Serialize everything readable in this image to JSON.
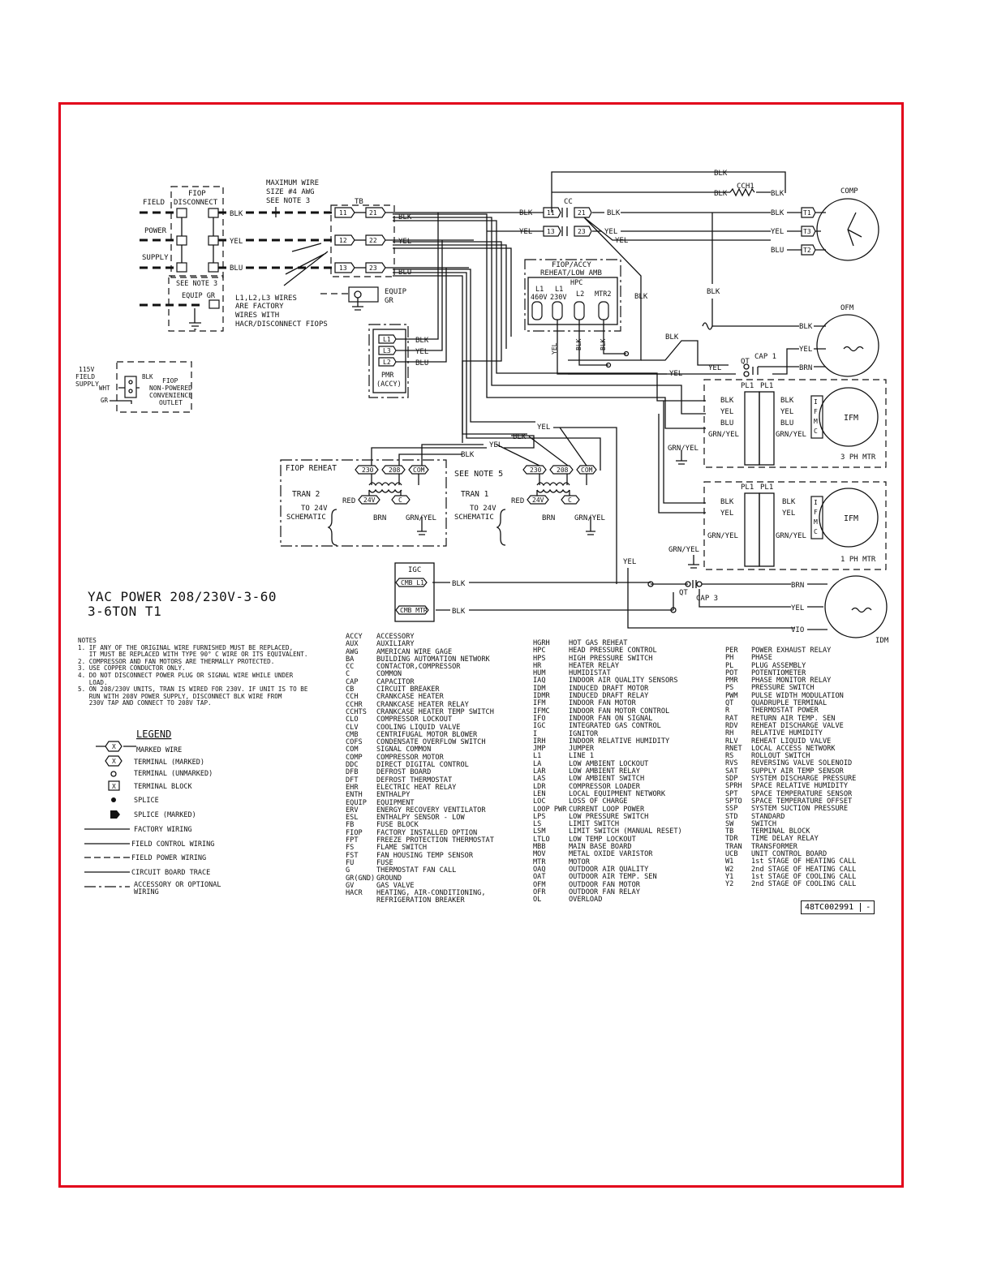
{
  "colors": {
    "frame": "#e2001a",
    "ink": "#111111"
  },
  "title": {
    "line1": "YAC POWER 208/230V-3-60",
    "line2": "3-6TON T1"
  },
  "doc_number": {
    "code": "48TC002991",
    "rev": "-"
  },
  "diagram": {
    "field_power": {
      "label_field": "FIELD",
      "label_power": "POWER",
      "label_supply": "SUPPLY",
      "disconnect_1": "FIOP",
      "disconnect_2": "DISCONNECT",
      "see_note": "SEE NOTE 3",
      "equip_gr": "EQUIP GR"
    },
    "max_wire": {
      "l1": "MAXIMUM WIRE",
      "l2": "SIZE #4 AWG",
      "l3": "SEE NOTE 3"
    },
    "factory_wires": {
      "l1": "L1,L2,L3 WIRES",
      "l2": "ARE FACTORY",
      "l3": "WIRES WITH",
      "l4": "HACR/DISCONNECT FIOPS"
    },
    "tb": "TB",
    "equip_gr2": {
      "l1": "EQUIP",
      "l2": "GR"
    },
    "pmr": {
      "l1": "PMR",
      "l2": "(ACCY)"
    },
    "outlet": {
      "v": "115V",
      "field": "FIELD",
      "supply": "SUPPLY",
      "wht": "WHT",
      "gr": "GR",
      "blk": "BLK",
      "l1": "FIOP",
      "l2": "NON-POWERED",
      "l3": "CONVENIENCE",
      "l4": "OUTLET"
    },
    "wire": {
      "blk": "BLK",
      "yel": "YEL",
      "blu": "BLU",
      "brn": "BRN",
      "red": "RED",
      "vio": "VIO",
      "grnyel": "GRN/YEL"
    },
    "terminals": {
      "t11": "11",
      "t12": "12",
      "t13": "13",
      "t21": "21",
      "t22": "22",
      "t23": "23",
      "l1": "L1",
      "l2": "L2",
      "l3": "L3"
    },
    "cc": "CC",
    "cch1": "CCH1",
    "comp": "COMP",
    "ofm": "OFM",
    "ifm": "IFM",
    "idm": "IDM",
    "motor_terms": {
      "t1": "T1",
      "t2": "T2",
      "t3": "T3"
    },
    "hpc_box": {
      "l1": "FIOP/ACCY",
      "l2": "REHEAT/LOW AMB",
      "hpc": "HPC",
      "c1a": "L1",
      "c1b": "460V",
      "c2a": "L1",
      "c2b": "230V",
      "c3": "L2",
      "c4": "MTR2"
    },
    "qt": "QT",
    "cap1": "CAP 1",
    "cap3": "CAP 3",
    "pl1": "PL1",
    "ifmc": "IFMC",
    "three_ph": "3 PH MTR",
    "one_ph": "1 PH MTR",
    "tran2": {
      "head": "FIOP REHEAT",
      "name": "TRAN 2",
      "to": "TO 24V",
      "sch": "SCHEMATIC"
    },
    "tran1": {
      "note": "SEE NOTE 5",
      "name": "TRAN 1",
      "to": "TO 24V",
      "sch": "SCHEMATIC"
    },
    "tran_taps": {
      "a": "230",
      "b": "208",
      "c": "COM",
      "v": "24V",
      "cc": "C"
    },
    "igc": {
      "name": "IGC",
      "l1": "CMB L1",
      "mtr": "CMB MTR"
    }
  },
  "notes": {
    "head": "NOTES",
    "items": [
      "1. IF ANY OF THE ORIGINAL WIRE FURNISHED MUST BE REPLACED,",
      "   IT MUST BE REPLACED WITH TYPE 90° C WIRE OR ITS EQUIVALENT.",
      "2. COMPRESSOR AND FAN MOTORS ARE THERMALLY PROTECTED.",
      "3. USE COPPER CONDUCTOR ONLY.",
      "4. DO NOT DISCONNECT POWER PLUG OR SIGNAL WIRE WHILE UNDER",
      "   LOAD.",
      "5. ON 208/230V UNITS, TRAN IS WIRED FOR 230V. IF UNIT IS TO BE",
      "   RUN WITH 208V POWER SUPPLY, DISCONNECT BLK WIRE FROM",
      "   230V TAP AND CONNECT TO 208V TAP."
    ]
  },
  "legend": {
    "head": "LEGEND",
    "items": [
      "MARKED WIRE",
      "TERMINAL (MARKED)",
      "TERMINAL (UNMARKED)",
      "TERMINAL BLOCK",
      "SPLICE",
      "SPLICE (MARKED)",
      "FACTORY WIRING",
      "FIELD CONTROL WIRING",
      "FIELD POWER WIRING",
      "CIRCUIT BOARD TRACE",
      "ACCESSORY OR OPTIONAL",
      "WIRING"
    ],
    "sym_x": "X"
  },
  "abbr_col1": [
    [
      "ACCY",
      "ACCESSORY"
    ],
    [
      "AUX",
      "AUXILIARY"
    ],
    [
      "AWG",
      "AMERICAN WIRE GAGE"
    ],
    [
      "BA",
      "BUILDING AUTOMATION NETWORK"
    ],
    [
      "CC",
      "CONTACTOR,COMPRESSOR"
    ],
    [
      "C",
      "COMMON"
    ],
    [
      "CAP",
      "CAPACITOR"
    ],
    [
      "CB",
      "CIRCUIT BREAKER"
    ],
    [
      "CCH",
      "CRANKCASE HEATER"
    ],
    [
      "CCHR",
      "CRANKCASE HEATER RELAY"
    ],
    [
      "CCHTS",
      "CRANKCASE HEATER TEMP SWITCH"
    ],
    [
      "CLO",
      "COMPRESSOR LOCKOUT"
    ],
    [
      "CLV",
      "COOLING LIQUID VALVE"
    ],
    [
      "CMB",
      "CENTRIFUGAL MOTOR BLOWER"
    ],
    [
      "COFS",
      "CONDENSATE OVERFLOW SWITCH"
    ],
    [
      "COM",
      "SIGNAL COMMON"
    ],
    [
      "COMP",
      "COMPRESSOR MOTOR"
    ],
    [
      "DDC",
      "DIRECT DIGITAL CONTROL"
    ],
    [
      "DFB",
      "DEFROST BOARD"
    ],
    [
      "DFT",
      "DEFROST THERMOSTAT"
    ],
    [
      "EHR",
      "ELECTRIC HEAT RELAY"
    ],
    [
      "ENTH",
      "ENTHALPY"
    ],
    [
      "EQUIP",
      "EQUIPMENT"
    ],
    [
      "ERV",
      "ENERGY RECOVERY VENTILATOR"
    ],
    [
      "ESL",
      "ENTHALPY SENSOR - LOW"
    ],
    [
      "FB",
      "FUSE BLOCK"
    ],
    [
      "FIOP",
      "FACTORY INSTALLED OPTION"
    ],
    [
      "FPT",
      "FREEZE PROTECTION THERMOSTAT"
    ],
    [
      "FS",
      "FLAME SWITCH"
    ],
    [
      "FST",
      "FAN HOUSING TEMP SENSOR"
    ],
    [
      "FU",
      "FUSE"
    ],
    [
      "G",
      "THERMOSTAT FAN CALL"
    ],
    [
      "GR(GND)",
      "GROUND"
    ],
    [
      "GV",
      "GAS VALVE"
    ],
    [
      "HACR",
      "HEATING, AIR-CONDITIONING,"
    ],
    [
      "",
      "REFRIGERATION BREAKER"
    ]
  ],
  "abbr_col2": [
    [
      "HGRH",
      "HOT GAS REHEAT"
    ],
    [
      "HPC",
      "HEAD PRESSURE CONTROL"
    ],
    [
      "HPS",
      "HIGH PRESSURE SWITCH"
    ],
    [
      "HR",
      "HEATER RELAY"
    ],
    [
      "HUM",
      "HUMIDISTAT"
    ],
    [
      "IAQ",
      "INDOOR AIR QUALITY SENSORS"
    ],
    [
      "IDM",
      "INDUCED DRAFT MOTOR"
    ],
    [
      "IDMR",
      "INDUCED DRAFT RELAY"
    ],
    [
      "IFM",
      "INDOOR FAN MOTOR"
    ],
    [
      "IFMC",
      "INDOOR FAN MOTOR CONTROL"
    ],
    [
      "IFO",
      "INDOOR FAN ON SIGNAL"
    ],
    [
      "IGC",
      "INTEGRATED GAS CONTROL"
    ],
    [
      "I",
      "IGNITOR"
    ],
    [
      "IRH",
      "INDOOR RELATIVE HUMIDITY"
    ],
    [
      "JMP",
      "JUMPER"
    ],
    [
      "L1",
      "LINE 1"
    ],
    [
      "LA",
      "LOW AMBIENT LOCKOUT"
    ],
    [
      "LAR",
      "LOW AMBIENT RELAY"
    ],
    [
      "LAS",
      "LOW AMBIENT SWITCH"
    ],
    [
      "LDR",
      "COMPRESSOR LOADER"
    ],
    [
      "LEN",
      "LOCAL EQUIPMENT NETWORK"
    ],
    [
      "LOC",
      "LOSS OF CHARGE"
    ],
    [
      "LOOP PWR",
      "CURRENT LOOP POWER"
    ],
    [
      "LPS",
      "LOW PRESSURE SWITCH"
    ],
    [
      "LS",
      "LIMIT SWITCH"
    ],
    [
      "LSM",
      "LIMIT SWITCH (MANUAL RESET)"
    ],
    [
      "LTLO",
      "LOW TEMP LOCKOUT"
    ],
    [
      "MBB",
      "MAIN BASE BOARD"
    ],
    [
      "MOV",
      "METAL OXIDE VARISTOR"
    ],
    [
      "MTR",
      "MOTOR"
    ],
    [
      "OAQ",
      "OUTDOOR AIR QUALITY"
    ],
    [
      "OAT",
      "OUTDOOR AIR TEMP. SEN"
    ],
    [
      "OFM",
      "OUTDOOR FAN MOTOR"
    ],
    [
      "OFR",
      "OUTDOOR FAN RELAY"
    ],
    [
      "OL",
      "OVERLOAD"
    ]
  ],
  "abbr_col3": [
    [
      "PER",
      "POWER EXHAUST RELAY"
    ],
    [
      "PH",
      "PHASE"
    ],
    [
      "PL",
      "PLUG ASSEMBLY"
    ],
    [
      "POT",
      "POTENTIOMETER"
    ],
    [
      "PMR",
      "PHASE MONITOR RELAY"
    ],
    [
      "PS",
      "PRESSURE SWITCH"
    ],
    [
      "PWM",
      "PULSE WIDTH MODULATION"
    ],
    [
      "QT",
      "QUADRUPLE TERMINAL"
    ],
    [
      "R",
      "THERMOSTAT POWER"
    ],
    [
      "RAT",
      "RETURN AIR TEMP. SEN"
    ],
    [
      "RDV",
      "REHEAT DISCHARGE VALVE"
    ],
    [
      "RH",
      "RELATIVE HUMIDITY"
    ],
    [
      "RLV",
      "REHEAT LIQUID VALVE"
    ],
    [
      "RNET",
      "LOCAL ACCESS NETWORK"
    ],
    [
      "RS",
      "ROLLOUT SWITCH"
    ],
    [
      "RVS",
      "REVERSING VALVE SOLENOID"
    ],
    [
      "SAT",
      "SUPPLY AIR TEMP SENSOR"
    ],
    [
      "SDP",
      "SYSTEM DISCHARGE PRESSURE"
    ],
    [
      "SPRH",
      "SPACE RELATIVE HUMIDITY"
    ],
    [
      "SPT",
      "SPACE TEMPERATURE SENSOR"
    ],
    [
      "SPTO",
      "SPACE TEMPERATURE OFFSET"
    ],
    [
      "SSP",
      "SYSTEM SUCTION PRESSURE"
    ],
    [
      "STD",
      "STANDARD"
    ],
    [
      "SW",
      "SWITCH"
    ],
    [
      "TB",
      "TERMINAL BLOCK"
    ],
    [
      "TDR",
      "TIME DELAY RELAY"
    ],
    [
      "TRAN",
      "TRANSFORMER"
    ],
    [
      "UCB",
      "UNIT CONTROL BOARD"
    ],
    [
      "W1",
      "1st STAGE OF HEATING CALL"
    ],
    [
      "W2",
      "2nd STAGE OF HEATING CALL"
    ],
    [
      "Y1",
      "1st STAGE OF COOLING CALL"
    ],
    [
      "Y2",
      "2nd STAGE OF COOLING CALL"
    ]
  ]
}
